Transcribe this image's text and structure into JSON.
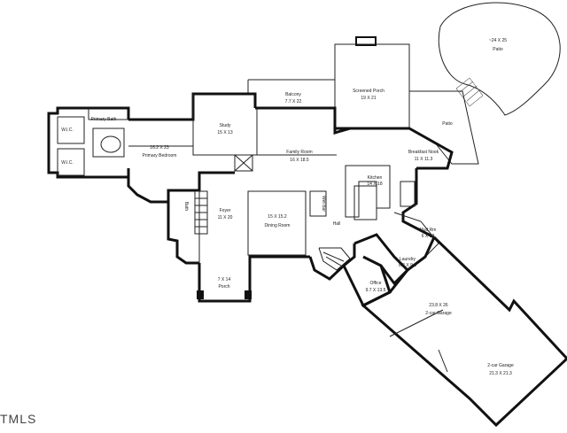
{
  "rooms": {
    "patio_top": {
      "name": "Patio",
      "size": "~24 X 25"
    },
    "screened_porch": {
      "name": "Screened Porch",
      "size": "19 X 21"
    },
    "balcony": {
      "name": "Balcony",
      "size": "7.7 X 22"
    },
    "patio_right": {
      "name": "Patio"
    },
    "primary_bath": {
      "name": "Primary Bath"
    },
    "wic_upper": {
      "name": "W.I.C."
    },
    "wic_lower": {
      "name": "W.I.C."
    },
    "primary_bedroom": {
      "name": "Primary Bedroom",
      "size": "16.2 X 23"
    },
    "study": {
      "name": "Study",
      "size": "15 X 13"
    },
    "family_room": {
      "name": "Family Room",
      "size": "16 X 18.5"
    },
    "breakfast_nook": {
      "name": "Breakfast Nook",
      "size": "11 X 11.3"
    },
    "kitchen": {
      "name": "Kitchen",
      "size": "14 X 18"
    },
    "foyer": {
      "name": "Foyer",
      "size": "11 X 20"
    },
    "dining_room": {
      "name": "Dining Room",
      "size": "15 X 15.2"
    },
    "wet_bar": {
      "name": "Wet Bar"
    },
    "hall": {
      "name": "Hall"
    },
    "bath": {
      "name": "Bath"
    },
    "mud_rm": {
      "name": "Mud Rm",
      "size": "6 X 12"
    },
    "laundry": {
      "name": "Laundry",
      "size": "8.2 X 9.6"
    },
    "office": {
      "name": "Office",
      "size": "9.7 X 13.5"
    },
    "porch": {
      "name": "Porch",
      "size": "7 X 14"
    },
    "garage_2car_upper": {
      "name": "2-car Garage",
      "size": "23.8 X 26"
    },
    "garage_2car_lower": {
      "name": "2-car Garage",
      "size": "21.3 X 21.3"
    }
  },
  "watermark": "TMLS"
}
